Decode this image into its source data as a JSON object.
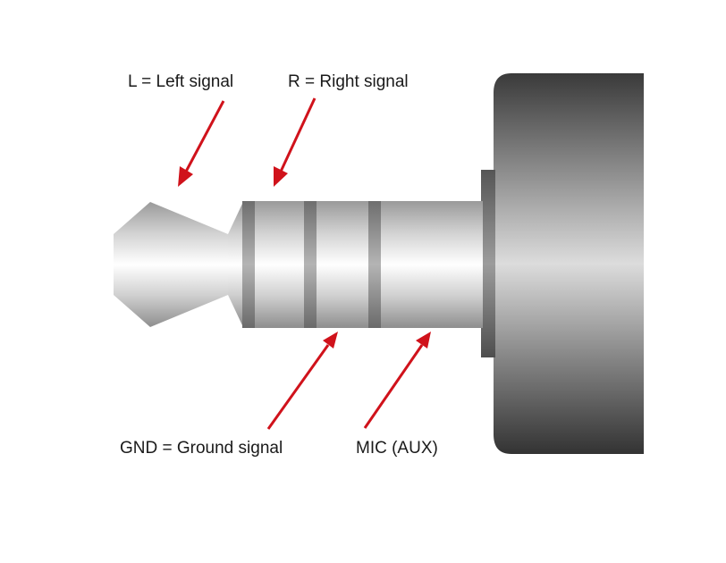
{
  "labels": {
    "left": "L = Left signal",
    "right": "R = Right signal",
    "ground": "GND = Ground signal",
    "mic": "MIC (AUX)"
  },
  "colors": {
    "arrow": "#d0121b",
    "background": "#ffffff",
    "text": "#1a1a1a",
    "insulator_ring": "#8a8a8a"
  }
}
